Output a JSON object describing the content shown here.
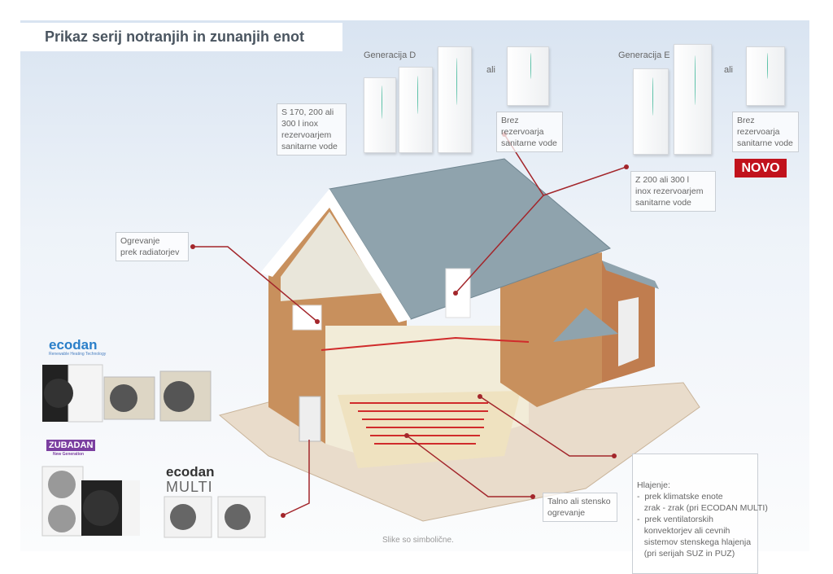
{
  "title": "Prikaz serij notranjih in zunanjih enot",
  "gen_d": {
    "label": "Generacija D",
    "or": "ali",
    "tank_box": [
      "S 170, 200 ali",
      "300 l inox",
      "rezervoarjem",
      "sanitarne vode"
    ],
    "no_tank_box": [
      "Brez rezervoarja",
      "sanitarne vode"
    ]
  },
  "gen_e": {
    "label": "Generacija E",
    "or": "ali",
    "tank_box": [
      "Z 200 ali 300 l",
      "inox rezervoarjem",
      "sanitarne vode"
    ],
    "no_tank_box": [
      "Brez rezervoarja",
      "sanitarne vode"
    ],
    "badge": "NOVO"
  },
  "radiators_box": [
    "Ogrevanje",
    "prek radiatorjev"
  ],
  "floor_box": [
    "Talno ali stensko",
    "ogrevanje"
  ],
  "cooling_box": [
    "Hlajenje:",
    "-  prek klimatske enote",
    "   zrak - zrak (pri ECODAN MULTI)",
    "-  prek ventilatorskih",
    "   konvektorjev ali cevnih",
    "   sistemov stenskega hlajenja",
    "   (pri serijah SUZ in PUZ)"
  ],
  "logos": {
    "ecodan": "ecodan",
    "ecodan_tagline": "Renewable Heating Technology",
    "zubadan": "ZUBADAN",
    "zubadan_tagline": "New Generation",
    "multi_1": "ecodan",
    "multi_2": "MULTI"
  },
  "footnote": "Slike so simbolične.",
  "colors": {
    "accent": "#c1121c",
    "line": "#a3262b"
  }
}
